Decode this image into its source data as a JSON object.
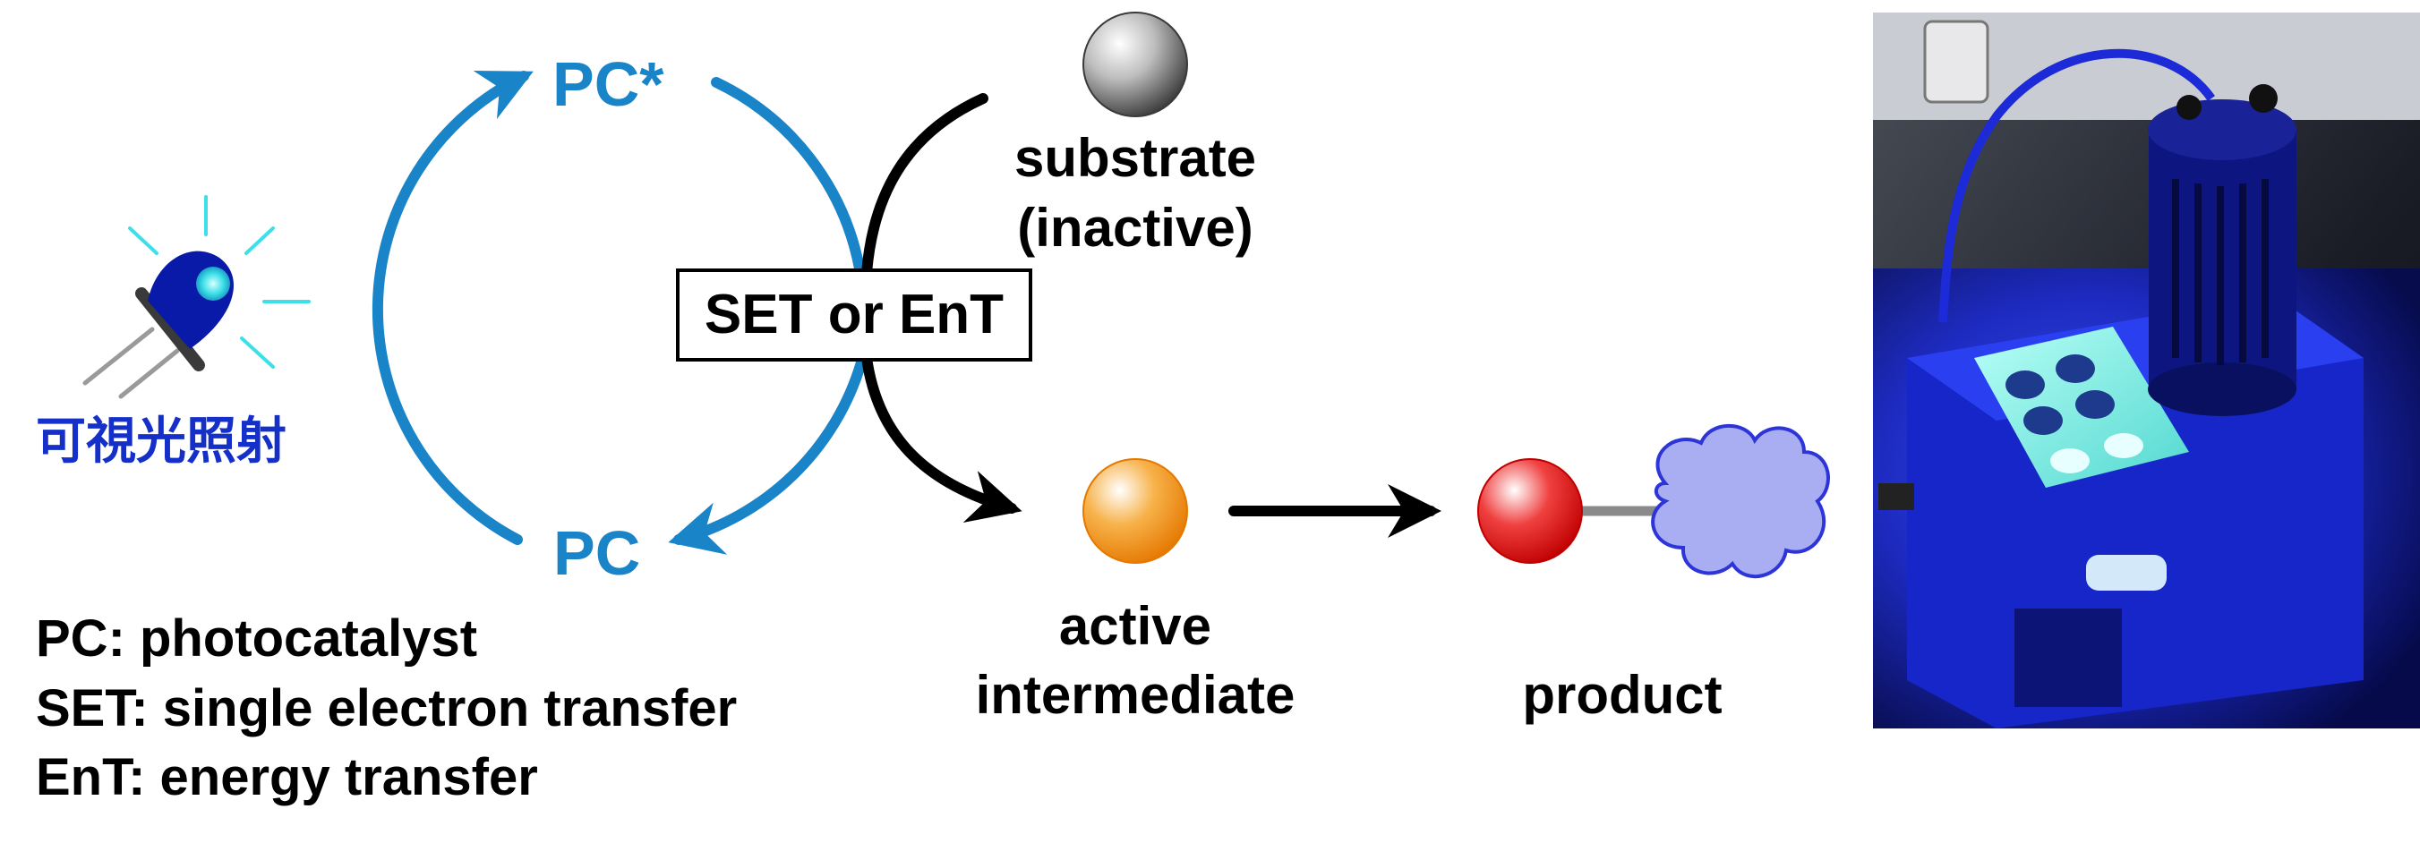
{
  "cycle": {
    "excited_label": "PC*",
    "ground_label": "PC",
    "transfer_box": "SET or EnT"
  },
  "light": {
    "caption": "可視光照射"
  },
  "substrate": {
    "line1": "substrate",
    "line2": "(inactive)"
  },
  "intermediate": {
    "line1": "active",
    "line2": "intermediate"
  },
  "product": {
    "label": "product"
  },
  "legend": [
    "PC: photocatalyst",
    "SET: single electron transfer",
    "EnT: energy transfer"
  ],
  "colors": {
    "cycle_blue": "#1a84c8",
    "caption_blue": "#1530c8",
    "led_body": "#0a1aa8",
    "led_glow": "#3de0e8",
    "intermediate_orange": "#f08a10",
    "product_red": "#e01818",
    "product_cloud": "#a9aef2",
    "cloud_outline": "#2d34d8"
  }
}
